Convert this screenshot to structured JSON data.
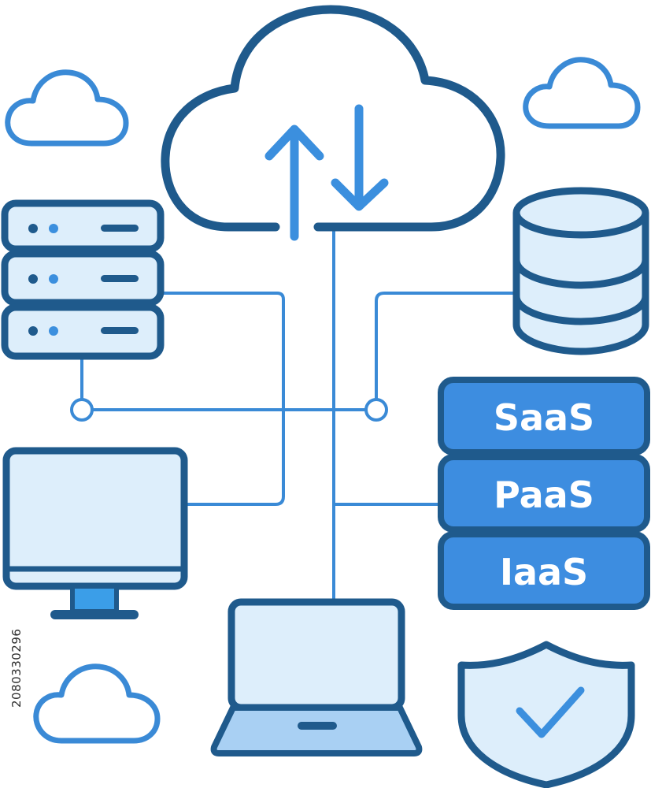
{
  "services": {
    "saas": "SaaS",
    "paas": "PaaS",
    "iaas": "IaaS"
  },
  "stock_id": "2080330296",
  "colors": {
    "outline_dark": "#1f5a8c",
    "line_blue": "#3a8ad6",
    "accent_blue": "#3b8fde",
    "fill_light": "#ddeefb",
    "service_fill": "#3d8de0"
  },
  "icons": [
    "cloud-upload-download-icon",
    "server-rack-icon",
    "database-icon",
    "monitor-icon",
    "laptop-icon",
    "shield-check-icon",
    "small-cloud-icon"
  ]
}
